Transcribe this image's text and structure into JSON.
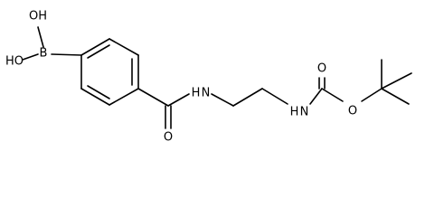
{
  "molecule": {
    "atoms": {
      "oh_top": "OH",
      "oh_left": "HO",
      "boron": "B",
      "amide_nh": "H N",
      "amide_o": "O",
      "carbamate_nh": "H N",
      "carbamate_o_double": "O",
      "carbamate_o_ester": "O"
    }
  }
}
